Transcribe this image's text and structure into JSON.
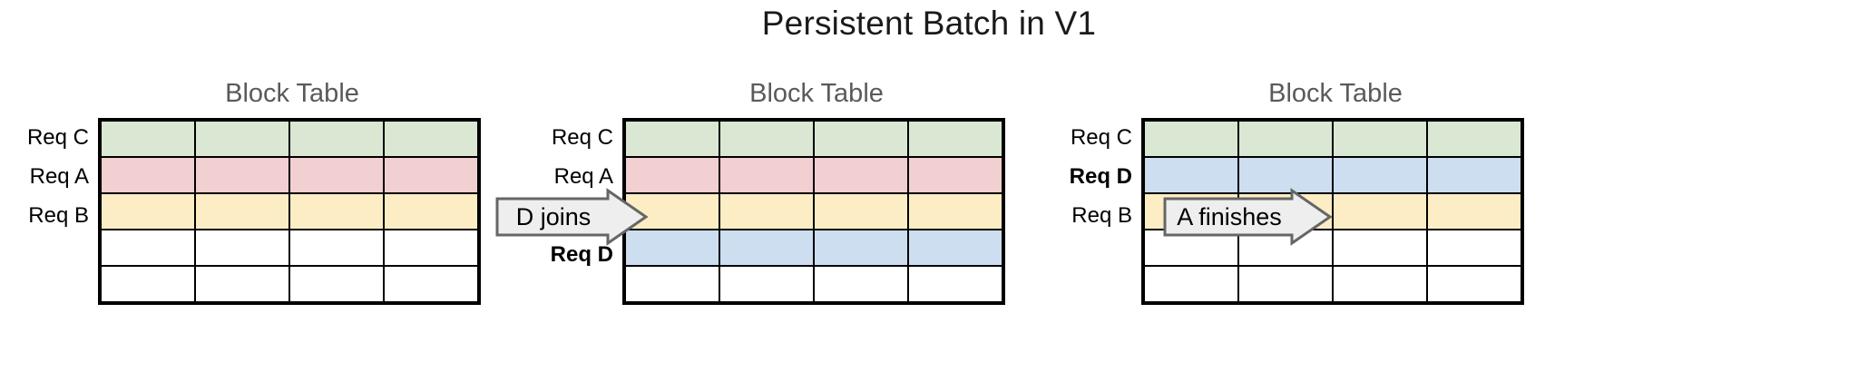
{
  "title": "Persistent Batch in V1",
  "colors": {
    "green": "#d9e7d3",
    "pink": "#f2cfd0",
    "yellow": "#fcedc5",
    "blue": "#ccdef0",
    "empty": "#ffffff",
    "border": "#000000",
    "caption": "#5a5a5a",
    "arrow_fill": "#eeeeee",
    "arrow_stroke": "#666666"
  },
  "panels": [
    {
      "caption": "Block Table",
      "columns": 4,
      "rows": [
        {
          "label": "Req C",
          "bold": false,
          "color": "green"
        },
        {
          "label": "Req A",
          "bold": false,
          "color": "pink"
        },
        {
          "label": "Req B",
          "bold": false,
          "color": "yellow"
        },
        {
          "label": "",
          "bold": false,
          "color": "empty"
        },
        {
          "label": "",
          "bold": false,
          "color": "empty"
        }
      ]
    },
    {
      "caption": "Block Table",
      "columns": 4,
      "rows": [
        {
          "label": "Req C",
          "bold": false,
          "color": "green"
        },
        {
          "label": "Req A",
          "bold": false,
          "color": "pink"
        },
        {
          "label": "Req B",
          "bold": false,
          "color": "yellow"
        },
        {
          "label": "Req D",
          "bold": true,
          "color": "blue"
        },
        {
          "label": "",
          "bold": false,
          "color": "empty"
        }
      ]
    },
    {
      "caption": "Block Table",
      "columns": 4,
      "rows": [
        {
          "label": "Req C",
          "bold": false,
          "color": "green"
        },
        {
          "label": "Req D",
          "bold": true,
          "color": "blue"
        },
        {
          "label": "Req B",
          "bold": false,
          "color": "yellow"
        },
        {
          "label": "",
          "bold": false,
          "color": "empty"
        },
        {
          "label": "",
          "bold": false,
          "color": "empty"
        }
      ]
    }
  ],
  "transitions": [
    {
      "label": "D joins",
      "icon": "right-arrow-icon"
    },
    {
      "label": "A finishes",
      "icon": "right-arrow-icon"
    }
  ]
}
